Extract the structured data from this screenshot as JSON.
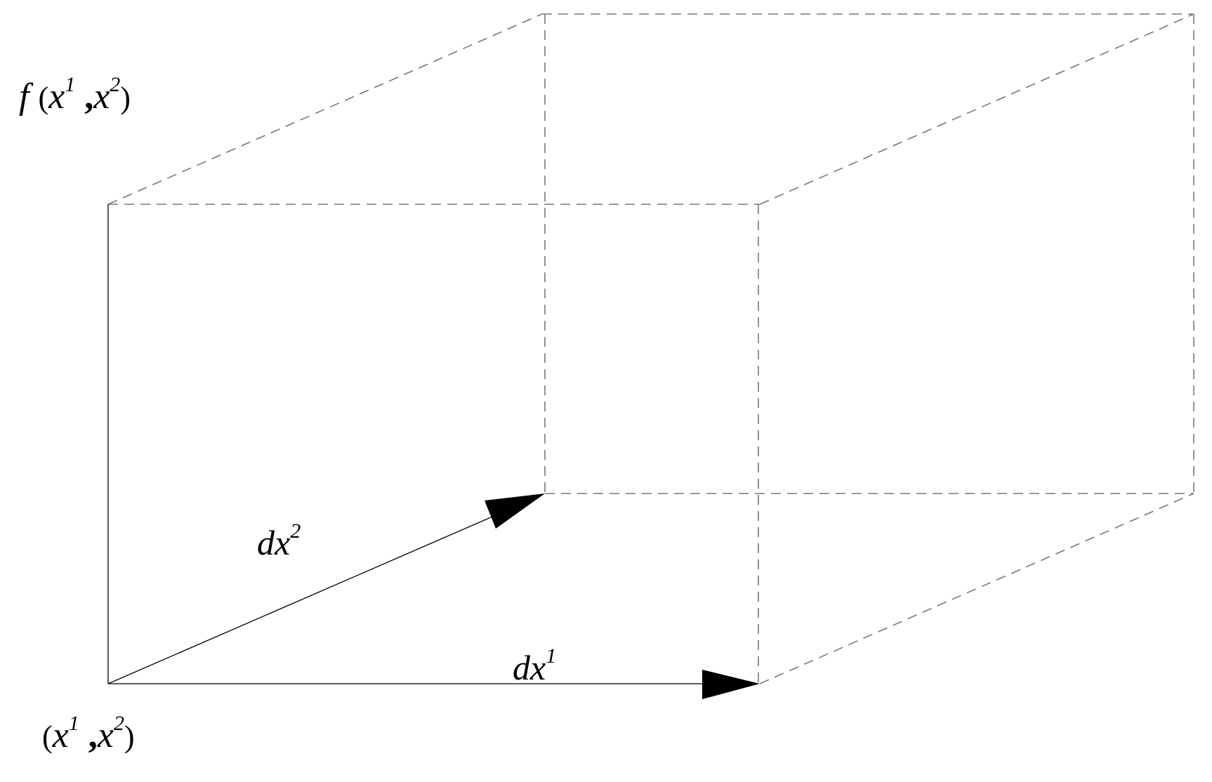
{
  "labels": {
    "function": {
      "name": "f",
      "open": "(",
      "var1": "x",
      "sup1": "1",
      "sep": ",",
      "var2": "x",
      "sup2": "2",
      "close": ")"
    },
    "point": {
      "open": "(",
      "var1": "x",
      "sup1": "1",
      "sep": ",",
      "var2": "x",
      "sup2": "2",
      "close": ")"
    },
    "dx2": {
      "base": "dx",
      "sup": "2"
    },
    "dx1": {
      "base": "dx",
      "sup": "1"
    }
  },
  "colors": {
    "solid_line": "#000000",
    "dashed_line": "#777777",
    "arrowhead": "#000000"
  }
}
